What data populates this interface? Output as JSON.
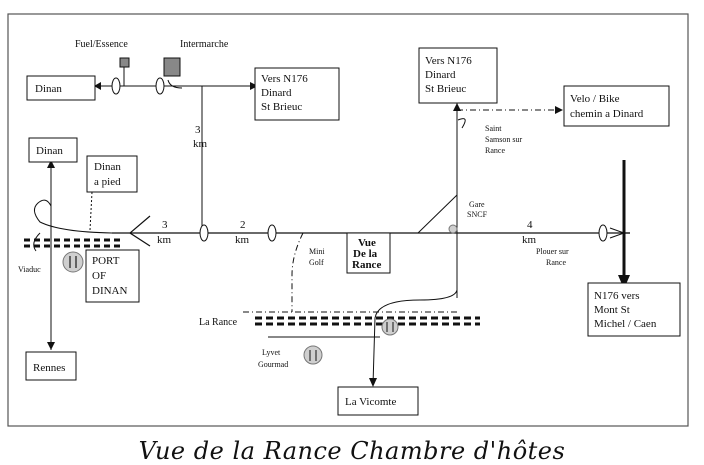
{
  "caption": "Vue de la Rance Chambre d'hôtes",
  "labels": {
    "fuel": "Fuel/Essence",
    "intermarche": "Intermarche",
    "dinan_top": "Dinan",
    "vers_n176_left": [
      "Vers N176",
      "Dinard",
      "St Brieuc"
    ],
    "vers_n176_right": [
      "Vers N176",
      "Dinard",
      "St Brieuc"
    ],
    "velo": [
      "Velo / Bike",
      "chemin  a Dinard"
    ],
    "saint_samson": [
      "Saint",
      "Samson sur",
      "Rance"
    ],
    "dinan_left": "Dinan",
    "dinan_pied": [
      "Dinan",
      "a pied"
    ],
    "km3_vertical": [
      "3",
      "km"
    ],
    "km3_horizontal": [
      "3",
      "km"
    ],
    "km2": [
      "2",
      "km"
    ],
    "km4": [
      "4",
      "km"
    ],
    "gare": [
      "Gare",
      "SNCF"
    ],
    "mini_golf": [
      "Mini",
      "Golf"
    ],
    "vue_rance": [
      "Vue",
      "De la",
      "Rance"
    ],
    "plouer": [
      "Plouer sur",
      "Rance"
    ],
    "viaduc": "Viaduc",
    "port_dinan": [
      "PORT",
      "OF",
      "DINAN"
    ],
    "n176_vers": [
      "N176 vers",
      "Mont St",
      "Michel / Caen"
    ],
    "la_rance": "La Rance",
    "lyvet": [
      "Lyvet",
      "Gourmad"
    ],
    "rennes": "Rennes",
    "vicomte": "La Vicomte"
  },
  "icons": [
    "fuel-station-icon",
    "supermarket-icon",
    "restaurant-icon",
    "train-station-icon"
  ],
  "colors": {
    "ink": "#111111",
    "paper": "#ffffff",
    "plate": "#d8d8d8"
  }
}
